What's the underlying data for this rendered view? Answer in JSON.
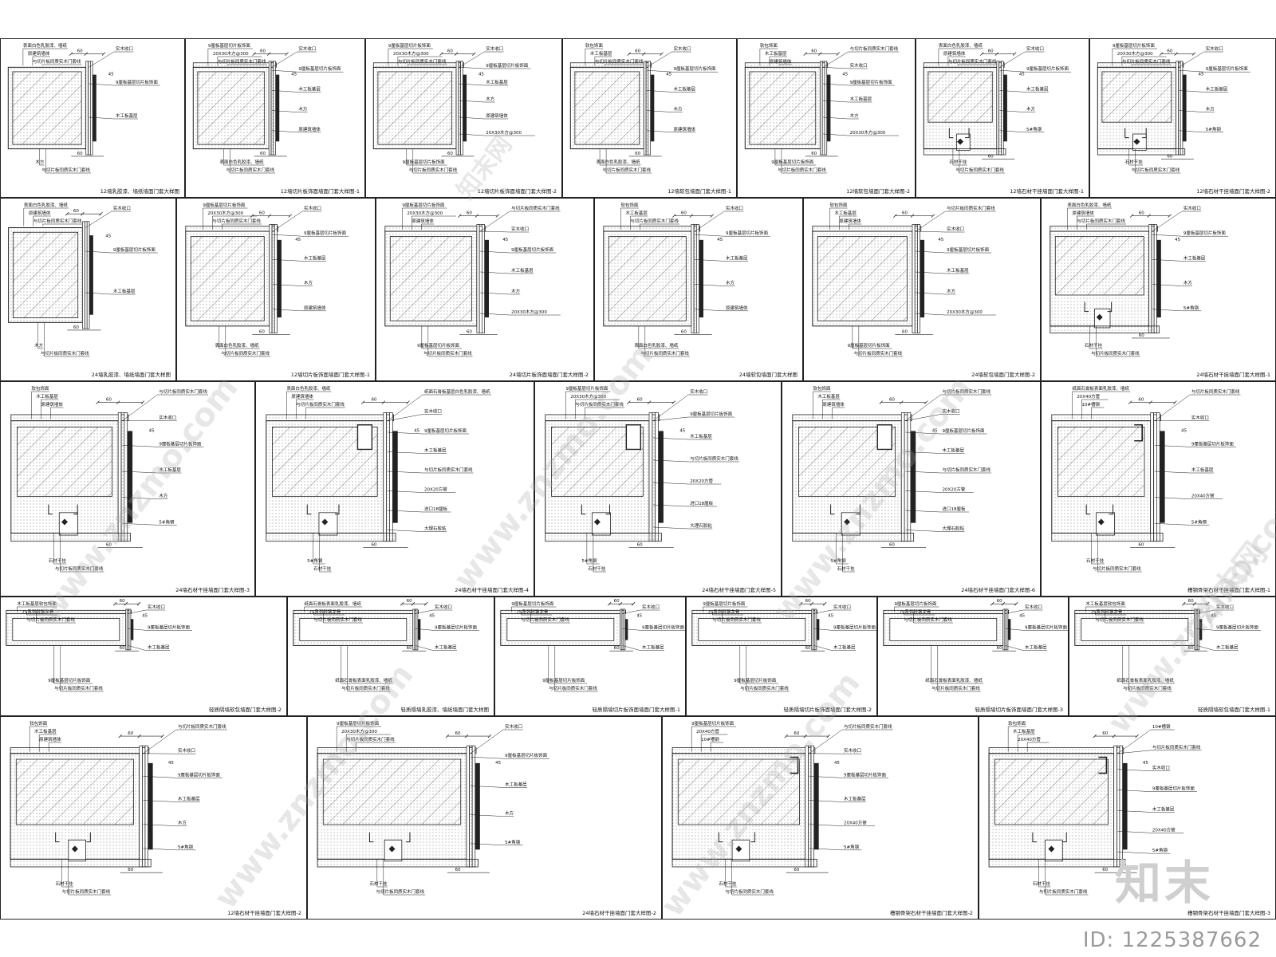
{
  "watermark": {
    "site": "www.znzmo.com",
    "cn": "知末网",
    "logo": "知末",
    "id_text": "ID: 1225387662"
  },
  "rows": [
    {
      "cells": [
        {
          "type": "a",
          "caption": "12墙乳胶漆、墙纸墙面门套大样图",
          "labels": [
            "表面白色乳胶漆、墙纸",
            "原建筑墙体",
            "与切片板同质实木门套线",
            "实木收口",
            "9厘板基层切片板饰面",
            "木工板基层",
            "木方",
            "与切片板同质实木门套线"
          ]
        },
        {
          "type": "b",
          "caption": "12墙切片板饰面墙面门套大样图-1",
          "labels": [
            "9厘板基层切片板饰面",
            "20X30木方@300",
            "与切片板同质实木门套线",
            "实木收口",
            "9厘板基层切片板饰面",
            "木工板基层",
            "木方",
            "原建筑墙体",
            "表面白色乳胶漆、墙纸",
            "与切片板同质实木门套线"
          ]
        },
        {
          "type": "b",
          "caption": "12墙切片板饰面墙面门套大样图-2",
          "labels": [
            "9厘板基层切片板饰面",
            "20X30木方@300",
            "与切片板同质实木门套线",
            "实木收口",
            "9厘板基层切片板饰面",
            "木工板基层",
            "木方",
            "原建筑墙体",
            "20X30木方@300",
            "9厘板基层切片板饰面",
            "与切片板同质实木门套线"
          ]
        },
        {
          "type": "c",
          "caption": "12墙软包墙面门套大样图-1",
          "labels": [
            "软包饰面",
            "木工板基层",
            "与切片板同质实木门套线",
            "实木收口",
            "9厘板基层切片板饰面",
            "木工板基层",
            "木方",
            "原建筑墙体",
            "表面白色乳胶漆、墙纸",
            "与切片板同质实木门套线"
          ]
        },
        {
          "type": "c",
          "caption": "12墙软包墙面门套大样图-2",
          "labels": [
            "软包饰面",
            "木工板基层",
            "原建筑墙体",
            "与切片板同质实木门套线",
            "实木收口",
            "9厘板基层切片板饰面",
            "木工板基层",
            "木方",
            "20X30木方@300",
            "9厘板基层切片板饰面",
            "与切片板同质实木门套线"
          ]
        },
        {
          "type": "d",
          "caption": "12墙石材干挂墙面门套大样图-1",
          "labels": [
            "表面白色乳胶漆、墙纸",
            "原建筑墙体",
            "与切片板同质实木门套线",
            "实木收口",
            "9厘板基层切片板饰面",
            "木工板基层",
            "木方",
            "5#角钢",
            "石材干挂",
            "与切片板同质实木门套线"
          ]
        },
        {
          "type": "d",
          "caption": "12墙石材干挂墙面门套大样图-2",
          "labels": [
            "9厘板基层切片板饰面",
            "20X30木方@300",
            "与切片板同质实木门套线",
            "实木收口",
            "9厘板基层切片板饰面",
            "木工板基层",
            "木方",
            "5#角钢",
            "石材干挂",
            "与切片板同质实木门套线"
          ]
        }
      ]
    },
    {
      "cells": [
        {
          "type": "a",
          "caption": "24墙乳胶漆、墙纸墙面门套大样图",
          "labels": [
            "表面白色乳胶漆、墙纸",
            "原建筑墙体",
            "与切片板同质实木门套线",
            "实木收口",
            "9厘板基层切片板饰面",
            "木工板基层",
            "木方",
            "与切片板同质实木门套线"
          ]
        },
        {
          "type": "b",
          "caption": "12墙切片板饰面墙面门套大样图-1",
          "labels": [
            "9厘板基层切片板饰面",
            "20X30木方@300",
            "与切片板同质实木门套线",
            "实木收口",
            "9厘板基层切片板饰面",
            "木工板基层",
            "木方",
            "原建筑墙体",
            "表面白色乳胶漆、墙纸",
            "与切片板同质实木门套线"
          ]
        },
        {
          "type": "b",
          "caption": "24墙切片板饰面墙面门套大样图-2",
          "labels": [
            "9厘板基层切片板饰面",
            "20X30木方@300",
            "原建筑墙体",
            "与切片板同质实木门套线",
            "实木收口",
            "9厘板基层切片板饰面",
            "木工板基层",
            "木方",
            "20X30木方@300",
            "9厘板基层切片板饰面",
            "与切片板同质实木门套线"
          ]
        },
        {
          "type": "c",
          "caption": "24墙软包墙面门套大样图",
          "labels": [
            "软包饰面",
            "木工板基层",
            "与切片板同质实木门套线",
            "实木收口",
            "9厘板基层切片板饰面",
            "木工板基层",
            "木方",
            "原建筑墙体",
            "表面白色乳胶漆、墙纸",
            "与切片板同质实木门套线"
          ]
        },
        {
          "type": "c",
          "caption": "24墙软包墙面门套大样图-2",
          "labels": [
            "软包饰面",
            "木工板基层",
            "原建筑墙体",
            "与切片板同质实木门套线",
            "实木收口",
            "9厘板基层切片板饰面",
            "木工板基层",
            "木方",
            "20X30木方@300",
            "9厘板基层切片板饰面",
            "与切片板同质实木门套线"
          ]
        },
        {
          "type": "d",
          "caption": "24墙石材干挂墙面门套大样图-1",
          "labels": [
            "表面白色乳胶漆、墙纸",
            "原建筑墙体",
            "与切片板同质实木门套线",
            "实木收口",
            "9厘板基层切片板饰面",
            "木工板基层",
            "木方",
            "5#角钢",
            "石材干挂",
            "与切片板同质实木门套线"
          ]
        }
      ]
    },
    {
      "cells": [
        {
          "type": "d",
          "caption": "24墙石材干挂墙面门套大样图-3",
          "labels": [
            "软包饰面",
            "木工板基层",
            "原建筑墙体",
            "与切片板同质实木门套线",
            "实木收口",
            "9厘板基层切片板饰面",
            "木工板基层",
            "木方",
            "5#角钢",
            "石材干挂",
            "与切片板同质实木门套线"
          ]
        },
        {
          "type": "e",
          "caption": "24墙石材干挂墙面门套大样图-4",
          "labels": [
            "表面白色乳胶漆、墙纸",
            "原建筑墙体",
            "与切片板同质实木门套线",
            "纸面石膏板基层白色乳胶漆、墙纸",
            "实木收口",
            "9厘板基层切片板饰面",
            "木工板基层",
            "与切片板同质实木门套线",
            "20X20方管",
            "进口18厘板",
            "大理石胶粘",
            "5#角钢",
            "石材干挂"
          ]
        },
        {
          "type": "e",
          "caption": "24墙石材干挂墙面门套大样图-5",
          "labels": [
            "9厘板基层切片板饰面",
            "20X30木方@300",
            "与切片板同质实木门套线",
            "实木收口",
            "9厘板基层切片板饰面",
            "木工板基层",
            "与切片板同质实木门套线",
            "20X20方管",
            "进口18厘板",
            "大理石胶粘",
            "5#角钢",
            "石材干挂"
          ]
        },
        {
          "type": "e",
          "caption": "24墙石材干挂墙面门套大样图-6",
          "labels": [
            "软包饰面",
            "木工板基层",
            "原建筑墙体",
            "与切片板同质实木门套线",
            "实木收口",
            "9厘板基层切片板饰面",
            "木工板基层",
            "与切片板同质实木门套线",
            "20X20方管",
            "进口18厘板",
            "大理石胶粘",
            "5#角钢",
            "石材干挂"
          ]
        },
        {
          "type": "f",
          "caption": "槽钢骨架石材干挂墙面门套大样图-1",
          "labels": [
            "纸面石膏板表面乳胶漆、墙纸",
            "20X40方管",
            "10#槽钢",
            "与切片板同质实木门套线",
            "实木收口",
            "9厘板基层切片板饰面",
            "木工板基层",
            "20X40方管",
            "5#角钢",
            "石材干挂",
            "与切片板同质实木门套线"
          ]
        }
      ]
    },
    {
      "cells": [
        {
          "type": "g",
          "caption": "轻质隔墙软包墙面门套大样图-2",
          "labels": [
            "木工板基层软包饰面",
            "75系列轻钢龙骨",
            "与切片板同质实木门套线",
            "实木收口",
            "9厘板基层切片板饰面",
            "木工板基层",
            "9厘板基层切片板饰面",
            "与切片板同质实木门套线"
          ]
        },
        {
          "type": "g",
          "caption": "轻质隔墙乳胶漆、墙纸墙面门套大样图",
          "labels": [
            "纸面石膏板表面乳胶漆、墙纸",
            "75系列轻钢龙骨",
            "与切片板同质实木门套线",
            "实木收口",
            "9厘板基层切片板饰面",
            "木工板基层",
            "纸面石膏板表面乳胶漆、墙纸",
            "与切片板同质实木门套线"
          ]
        },
        {
          "type": "g",
          "caption": "轻质隔墙切片板饰面墙面门套大样图-1",
          "labels": [
            "9厘板基层切片板饰面",
            "75系列轻钢龙骨",
            "与切片板同质实木门套线",
            "实木收口",
            "9厘板基层切片板饰面",
            "木工板基层",
            "9厘板基层切片板饰面",
            "与切片板同质实木门套线"
          ]
        },
        {
          "type": "g",
          "caption": "轻质隔墙切片板饰面墙面门套大样图-2",
          "labels": [
            "9厘板基层切片板饰面",
            "75系列轻钢龙骨",
            "与切片板同质实木门套线",
            "实木收口",
            "9厘板基层切片板饰面",
            "木工板基层",
            "9厘板基层切片板饰面",
            "与切片板同质实木门套线"
          ]
        },
        {
          "type": "g",
          "caption": "轻质隔墙切片板饰面墙面门套大样图-3",
          "labels": [
            "9厘板基层切片板饰面",
            "75系列轻钢龙骨",
            "与切片板同质实木门套线",
            "实木收口",
            "9厘板基层切片板饰面",
            "木工板基层",
            "纸面石膏板表面乳胶漆、墙纸",
            "与切片板同质实木门套线"
          ]
        },
        {
          "type": "g",
          "caption": "轻质隔墙软包墙面门套大样图-1",
          "labels": [
            "木工板基层软包饰面",
            "75系列轻钢龙骨",
            "与切片板同质实木门套线",
            "实木收口",
            "9厘板基层切片板饰面",
            "木工板基层",
            "纸面石膏板表面乳胶漆、墙纸",
            "与切片板同质实木门套线"
          ]
        }
      ]
    },
    {
      "cells": [
        {
          "type": "d",
          "caption": "12墙石材干挂墙面门套大样图-2",
          "labels": [
            "软包饰面",
            "木工板基层",
            "原建筑墙体",
            "与切片板同质实木门套线",
            "实木收口",
            "9厘板基层切片板饰面",
            "木工板基层",
            "木方",
            "5#角钢",
            "石材干挂",
            "与切片板同质实木门套线"
          ]
        },
        {
          "type": "d",
          "caption": "24墙石材干挂墙面门套大样图-2",
          "labels": [
            "9厘板基层切片板饰面",
            "20X30木方@300",
            "与切片板同质实木门套线",
            "实木收口",
            "9厘板基层切片板饰面",
            "木工板基层",
            "木方",
            "5#角钢",
            "石材干挂",
            "与切片板同质实木门套线"
          ]
        },
        {
          "type": "f",
          "caption": "槽钢骨架石材干挂墙面门套大样图-2",
          "labels": [
            "9厘板基层切片板饰面",
            "20X40方管",
            "10#槽钢",
            "与切片板同质实木门套线",
            "实木收口",
            "9厘板基层切片板饰面",
            "木工板基层",
            "20X40方管",
            "5#角钢",
            "石材干挂",
            "与切片板同质实木门套线"
          ]
        },
        {
          "type": "f",
          "caption": "槽钢骨架石材干挂墙面门套大样图-3",
          "labels": [
            "软包饰面",
            "木工板基层",
            "20X40方管",
            "10#槽钢",
            "与切片板同质实木门套线",
            "实木收口",
            "9厘板基层切片板饰面",
            "木工板基层",
            "20X40方管",
            "5#角钢",
            "石材干挂",
            "与切片板同质实木门套线"
          ]
        }
      ]
    }
  ],
  "dims": [
    "60",
    "45",
    "60",
    "60"
  ]
}
